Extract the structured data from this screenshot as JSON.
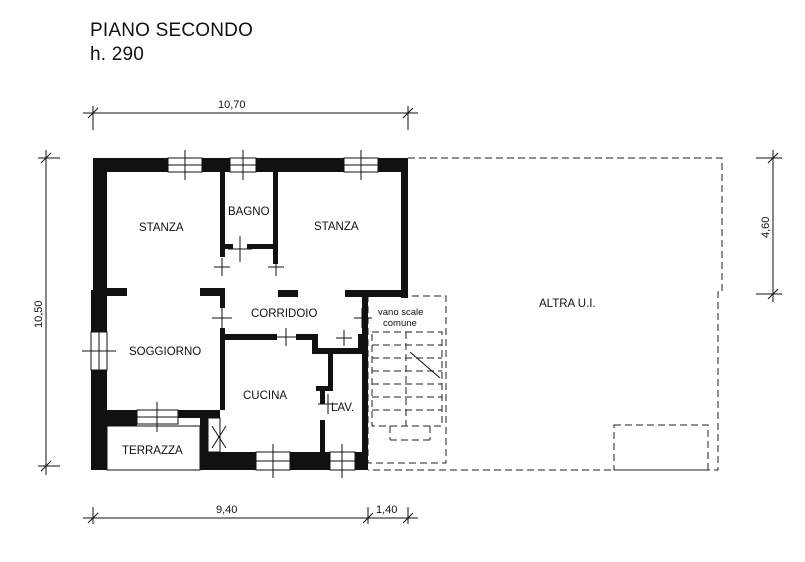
{
  "header": {
    "title": "PIANO SECONDO",
    "height_note": "h. 290"
  },
  "rooms": {
    "stanza_left": "STANZA",
    "bagno": "BAGNO",
    "stanza_right": "STANZA",
    "corridoio": "CORRIDOIO",
    "soggiorno": "SOGGIORNO",
    "cucina": "CUCINA",
    "lav": "LAV.",
    "terrazza": "TERRAZZA",
    "vano_scale_1": "vano scale",
    "vano_scale_2": "comune",
    "altra_ui": "ALTRA U.I."
  },
  "dimensions": {
    "top_width": "10,70",
    "left_height": "10,50",
    "right_height": "4,60",
    "bottom_main": "9,40",
    "bottom_stair": "1,40"
  }
}
